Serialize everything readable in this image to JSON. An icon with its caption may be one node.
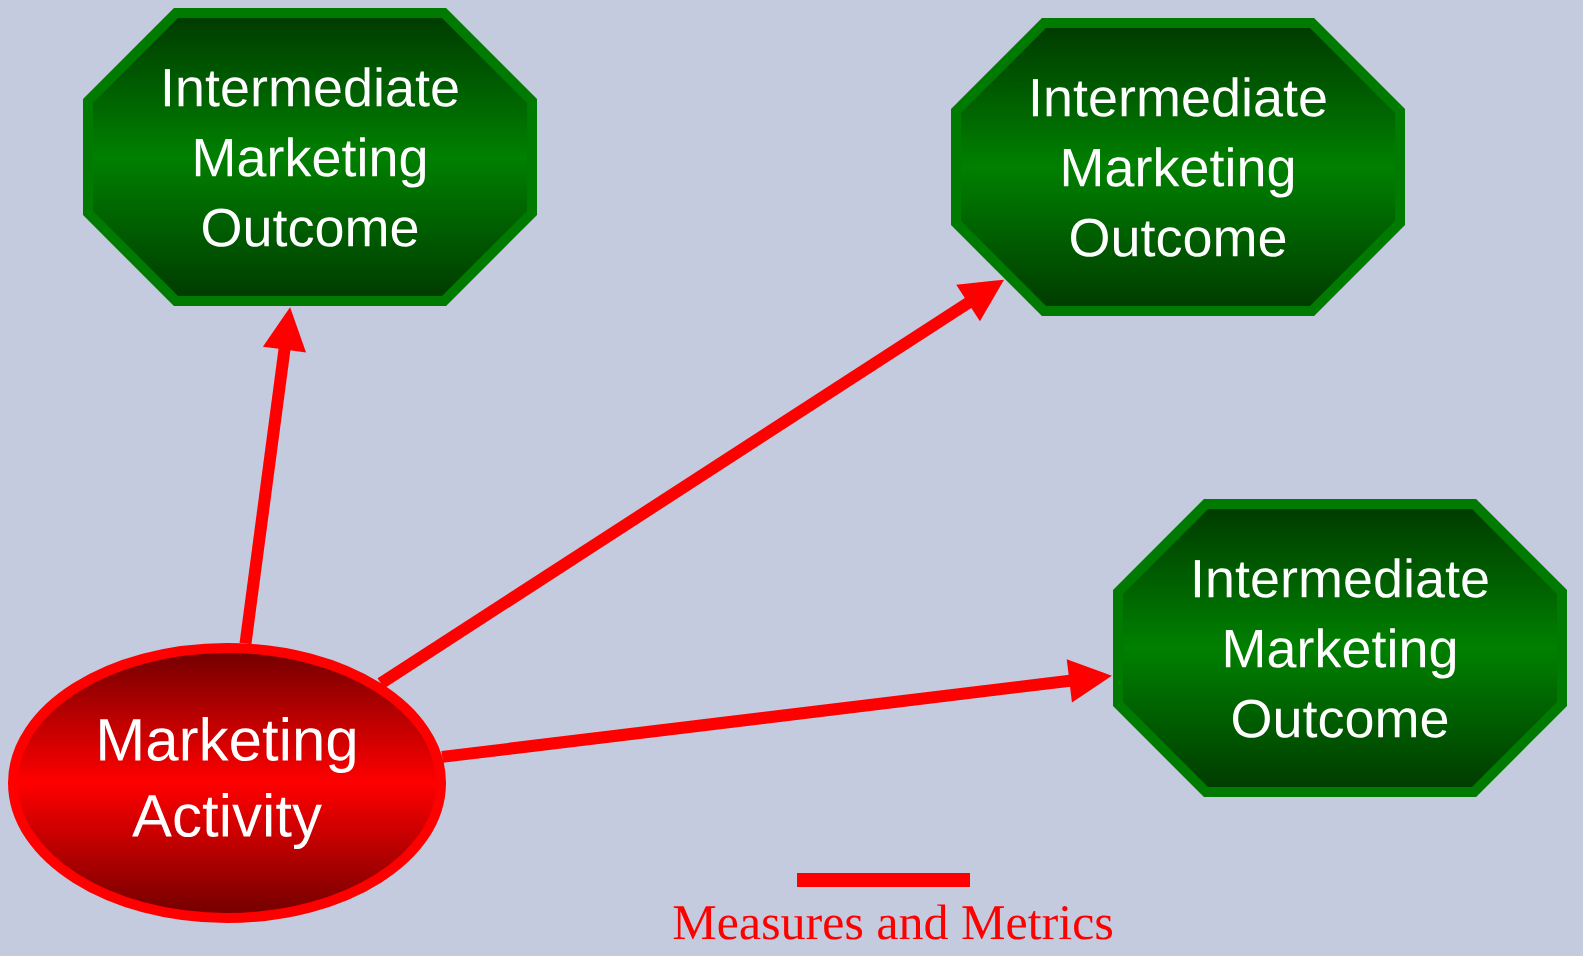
{
  "diagram": {
    "nodes": [
      {
        "text": [
          "Marketing Activity"
        ]
      },
      {
        "text": [
          "Intermediate Marketing Outcome"
        ]
      },
      {
        "text": [
          "Intermediate Marketing Outcome"
        ]
      },
      {
        "text": [
          "Intermediate Marketing Outcome"
        ]
      }
    ],
    "edges": [
      {
        "from": 0,
        "to": 1,
        "arrow": "to"
      },
      {
        "from": 0,
        "to": 2,
        "arrow": "to"
      },
      {
        "from": 0,
        "to": 3,
        "arrow": "to"
      }
    ],
    "legend": [
      {
        "text": "Measures and Metrics"
      }
    ]
  }
}
